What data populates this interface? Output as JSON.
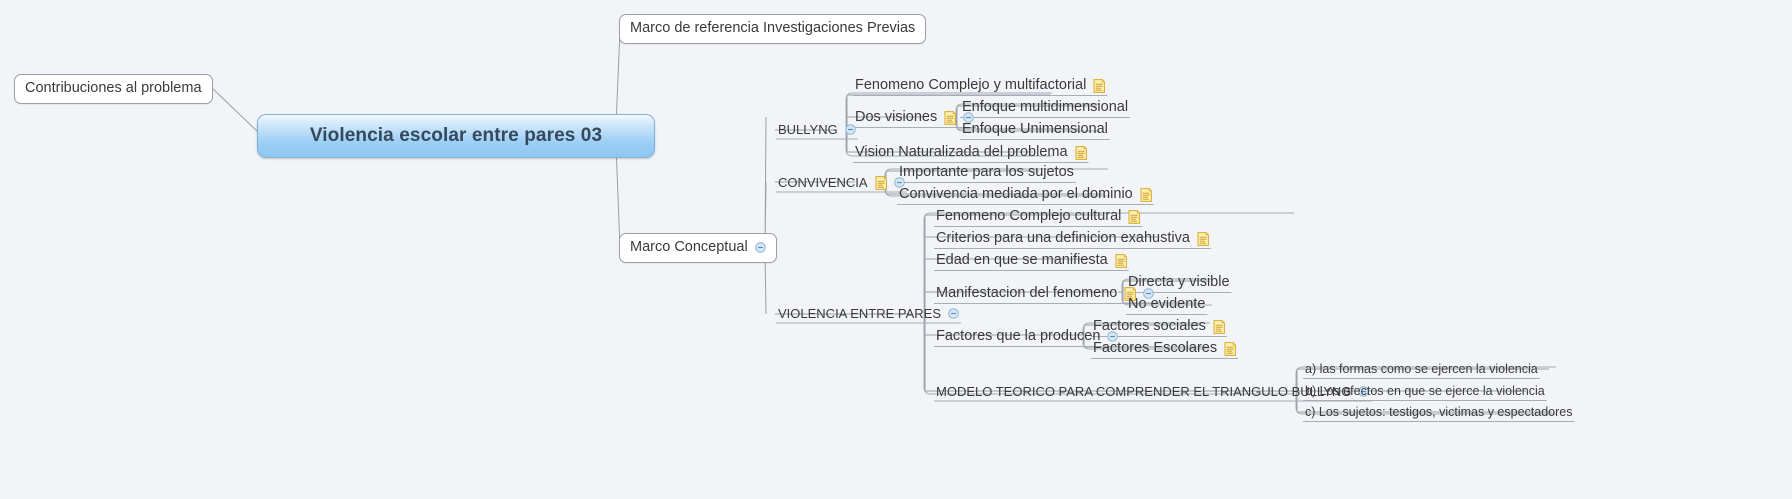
{
  "app": {
    "type": "mindmap",
    "background_color": "#f2f4f7",
    "root_accent_color": "#9fd0f5",
    "note_icon_color": "#f0c419",
    "toggle_color": "#a9cbe8"
  },
  "icons": {
    "note": "note-icon",
    "collapse": "collapse-toggle-icon"
  },
  "root": {
    "label": "Violencia escolar entre pares 03"
  },
  "nodes": {
    "contribuciones": {
      "label": "Contribuciones al problema"
    },
    "marco_referencia": {
      "label": "Marco de referencia Investigaciones Previas"
    },
    "marco_conceptual": {
      "label": "Marco Conceptual"
    },
    "bullyng": {
      "label": "BULLYNG"
    },
    "fenomeno_complejo_multifactorial": {
      "label": "Fenomeno Complejo y multifactorial"
    },
    "dos_visiones": {
      "label": "Dos visiones"
    },
    "enfoque_multidimensional": {
      "label": "Enfoque multidimensional"
    },
    "enfoque_unimensional": {
      "label": "Enfoque Unimensional"
    },
    "vision_naturalizada": {
      "label": "Vision Naturalizada del problema"
    },
    "convivencia": {
      "label": "CONVIVENCIA"
    },
    "importante_sujetos": {
      "label": "Importante para los sujetos"
    },
    "convivencia_mediada": {
      "label": "Convivencia mediada por el dominio"
    },
    "violencia_entre_pares": {
      "label": "VIOLENCIA ENTRE PARES"
    },
    "fenomeno_complejo_cultural": {
      "label": "Fenomeno Complejo cultural"
    },
    "criterios_definicion": {
      "label": "Criterios para una definicion exahustiva"
    },
    "edad_manifiesta": {
      "label": "Edad en que se manifiesta"
    },
    "manifestacion_fenomeno": {
      "label": "Manifestacion del fenomeno"
    },
    "directa_visible": {
      "label": "Directa y visible"
    },
    "no_evidente": {
      "label": "No evidente"
    },
    "factores_producen": {
      "label": "Factores que la producen"
    },
    "factores_sociales": {
      "label": "Factores sociales"
    },
    "factores_escolares": {
      "label": "Factores Escolares"
    },
    "modelo_teorico": {
      "label": "MODELO TEORICO PARA COMPRENDER EL TRIANGULO BULLYNG"
    },
    "modelo_a": {
      "label": "a) las formas como se ejercen la violencia"
    },
    "modelo_b": {
      "label": "b) Los efectos en que se ejerce la violencia"
    },
    "modelo_c": {
      "label": "c) Los sujetos: testigos, victimas y espectadores"
    }
  }
}
